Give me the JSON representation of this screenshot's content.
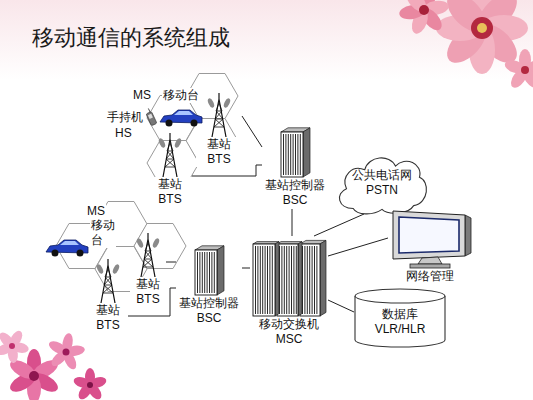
{
  "diagram": {
    "title": "移动通信的系统组成",
    "nodes": [
      {
        "text": [
          "公共电话网 PSTN"
        ]
      },
      {
        "text": [
          "基站 BTS"
        ]
      },
      {
        "text": [
          "基站控制器 BSC"
        ]
      },
      {
        "text": [
          "基站 BTS"
        ]
      },
      {
        "text": [
          "网络管理"
        ]
      },
      {
        "text": [
          "基站 BTS"
        ]
      },
      {
        "text": [
          "基站控制器 BSC"
        ]
      },
      {
        "text": [
          "移动交换机 MSC"
        ]
      },
      {
        "text": [
          "数据库 VLR/HLR"
        ]
      },
      {
        "text": [
          "基站 BTS"
        ]
      }
    ],
    "edges": [
      {
        "from": 1,
        "to": 2,
        "arrow": "none"
      },
      {
        "from": 3,
        "to": 2,
        "arrow": "none"
      },
      {
        "from": 2,
        "to": 7,
        "arrow": "none"
      },
      {
        "from": 5,
        "to": 6,
        "arrow": "none"
      },
      {
        "from": 9,
        "to": 6,
        "arrow": "none"
      },
      {
        "from": 6,
        "to": 7,
        "arrow": "none"
      },
      {
        "from": 7,
        "to": 0,
        "arrow": "none"
      },
      {
        "from": 7,
        "to": 4,
        "arrow": "none"
      },
      {
        "from": 7,
        "to": 8,
        "arrow": "none"
      }
    ],
    "labels": [
      "MS",
      "移动台",
      "手持机",
      "HS",
      "MS",
      "移动台"
    ]
  }
}
